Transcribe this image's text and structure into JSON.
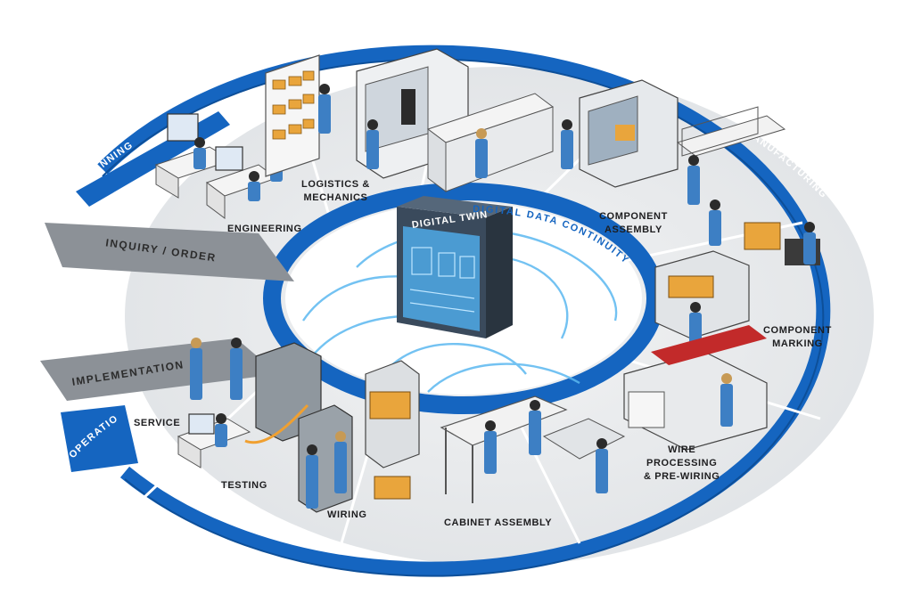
{
  "center": {
    "title": "DIGITAL TWIN",
    "band_label": "DIGITAL DATA CONTINUITY"
  },
  "ring_labels": {
    "planning": "PLANNING",
    "manufacturing": "MANUFACTURING",
    "operation": "OPERATION"
  },
  "side_tabs": {
    "inquiry": "INQUIRY / ORDER",
    "implementation": "IMPLEMENTATION"
  },
  "stations": {
    "engineering": [
      "ENGINEERING"
    ],
    "logistics": [
      "LOGISTICS &",
      "MECHANICS"
    ],
    "component_assembly": [
      "COMPONENT",
      "ASSEMBLY"
    ],
    "component_marking": [
      "COMPONENT",
      "MARKING"
    ],
    "wire_processing": [
      "WIRE",
      "PROCESSING",
      "& PRE-WIRING"
    ],
    "cabinet_assembly": [
      "CABINET ASSEMBLY"
    ],
    "wiring": [
      "WIRING"
    ],
    "testing": [
      "TESTING"
    ],
    "service": [
      "SERVICE"
    ]
  },
  "colors": {
    "ring_blue": "#1565c0",
    "floor": "#e6e8ea",
    "floor_dark": "#d2d5d8",
    "worker": "#3d7fc4",
    "machine_orange": "#e9a53c",
    "tab_gray": "#8c9197"
  }
}
